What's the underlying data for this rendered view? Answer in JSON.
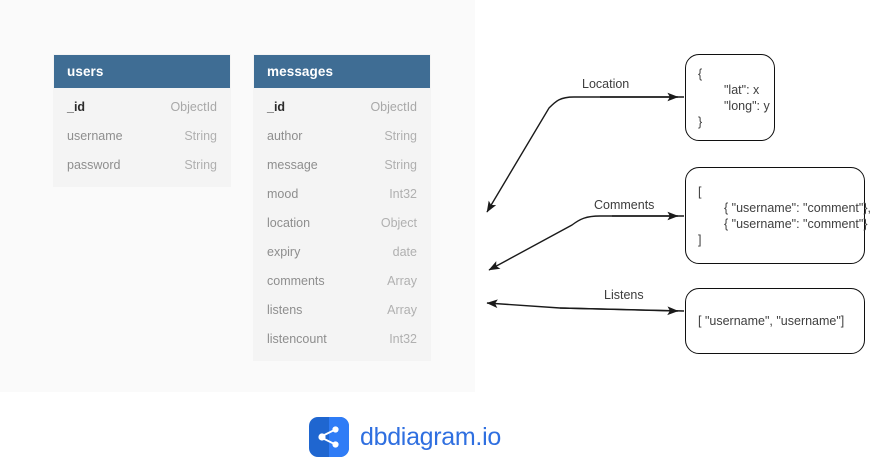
{
  "canvas": {
    "background_color": "#fafafa",
    "header_color": "#3f6d94"
  },
  "tables": [
    {
      "name": "users",
      "fields": [
        {
          "name": "_id",
          "type": "ObjectId",
          "primary": true
        },
        {
          "name": "username",
          "type": "String",
          "primary": false
        },
        {
          "name": "password",
          "type": "String",
          "primary": false
        }
      ]
    },
    {
      "name": "messages",
      "fields": [
        {
          "name": "_id",
          "type": "ObjectId",
          "primary": true
        },
        {
          "name": "author",
          "type": "String",
          "primary": false
        },
        {
          "name": "message",
          "type": "String",
          "primary": false
        },
        {
          "name": "mood",
          "type": "Int32",
          "primary": false
        },
        {
          "name": "location",
          "type": "Object",
          "primary": false
        },
        {
          "name": "expiry",
          "type": "date",
          "primary": false
        },
        {
          "name": "comments",
          "type": "Array",
          "primary": false
        },
        {
          "name": "listens",
          "type": "Array",
          "primary": false
        },
        {
          "name": "listencount",
          "type": "Int32",
          "primary": false
        }
      ]
    }
  ],
  "annotations": [
    {
      "id": "location",
      "label": "Location",
      "lines": [
        "{",
        "\"lat\": x",
        "\"long\": y",
        "}"
      ]
    },
    {
      "id": "comments",
      "label": "Comments",
      "lines": [
        "[",
        "{ \"username\": \"comment\"},",
        "{ \"username\": \"comment\"}",
        "]"
      ]
    },
    {
      "id": "listens",
      "label": "Listens",
      "lines": [
        "[ \"username\", \"username\"]"
      ]
    }
  ],
  "brand": {
    "name": "dbdiagram.io",
    "color": "#2f6fe0",
    "mark_icon": "share-nodes-icon"
  }
}
